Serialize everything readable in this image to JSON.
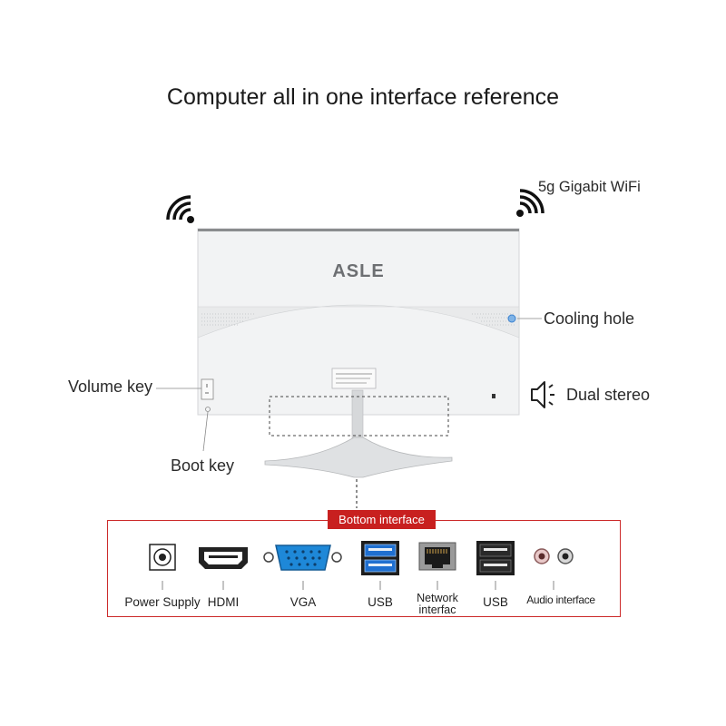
{
  "title": "Computer all in one interface reference",
  "brand": "ASLE",
  "callouts": {
    "wifi": "5g Gigabit WiFi",
    "cooling": "Cooling hole",
    "volume": "Volume key",
    "stereo": "Dual stereo",
    "boot": "Boot key"
  },
  "bottom": {
    "label": "Bottom interface",
    "ports": [
      {
        "name": "Power Supply",
        "icon": "power-jack-icon"
      },
      {
        "name": "HDMI",
        "icon": "hdmi-port-icon"
      },
      {
        "name": "VGA",
        "icon": "vga-port-icon"
      },
      {
        "name": "USB",
        "icon": "usb-port-icon"
      },
      {
        "name": "Network",
        "name2": "interfac",
        "icon": "ethernet-port-icon"
      },
      {
        "name": "USB",
        "icon": "usb-port-icon"
      },
      {
        "name": "Audio interface",
        "icon": "audio-jack-icon"
      }
    ]
  },
  "colors": {
    "accent_red": "#c8201f",
    "vga_blue": "#1e88d8",
    "usb_blue": "#1f6fd0"
  }
}
